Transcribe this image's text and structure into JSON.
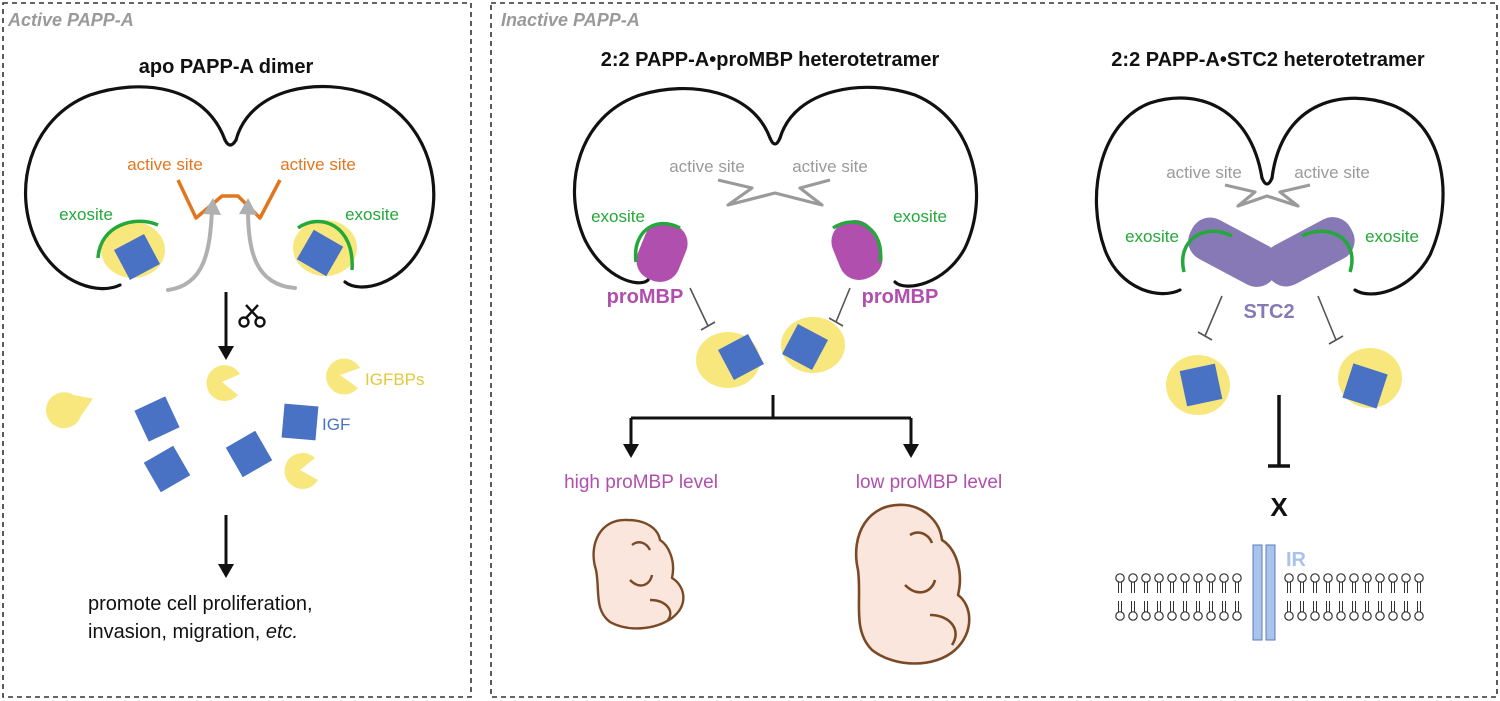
{
  "colors": {
    "igf": "#4a72c4",
    "igfbp": "#f7e77d",
    "exosite": "#23a83a",
    "active_site": "#e2761e",
    "inactive_site": "#9a9a9a",
    "prombp": "#b04fad",
    "stc2": "#8679b5",
    "ir": "#a9c3ea",
    "fetus_fill": "#fbe6de",
    "fetus_stroke": "#7a4a26"
  },
  "panels": [
    {
      "title": "Active PAPP-A",
      "header": "apo PAPP-A dimer",
      "active_site_labels": [
        "active site",
        "active site"
      ],
      "exosite_labels": [
        "exosite",
        "exosite"
      ],
      "ligand_labels": {
        "igfbps": "IGFBPs",
        "igf": "IGF"
      },
      "outcome_lines": [
        "promote cell proliferation,",
        "invasion, migration, "
      ],
      "outcome_italic": "etc."
    },
    {
      "title": "Inactive PAPP-A",
      "complexes": [
        {
          "header": "2:2 PAPP-A•proMBP heterotetramer",
          "active_site_labels": [
            "active site",
            "active site"
          ],
          "exosite_labels": [
            "exosite",
            "exosite"
          ],
          "inhibitor_labels": [
            "proMBP",
            "proMBP"
          ],
          "branches": [
            "high proMBP level",
            "low proMBP level"
          ]
        },
        {
          "header": "2:2 PAPP-A•STC2 heterotetramer",
          "active_site_labels": [
            "active site",
            "active site"
          ],
          "exosite_labels": [
            "exosite",
            "exosite"
          ],
          "inhibitor_label": "STC2",
          "block_mark": "X",
          "receptor_label": "IR"
        }
      ]
    }
  ]
}
